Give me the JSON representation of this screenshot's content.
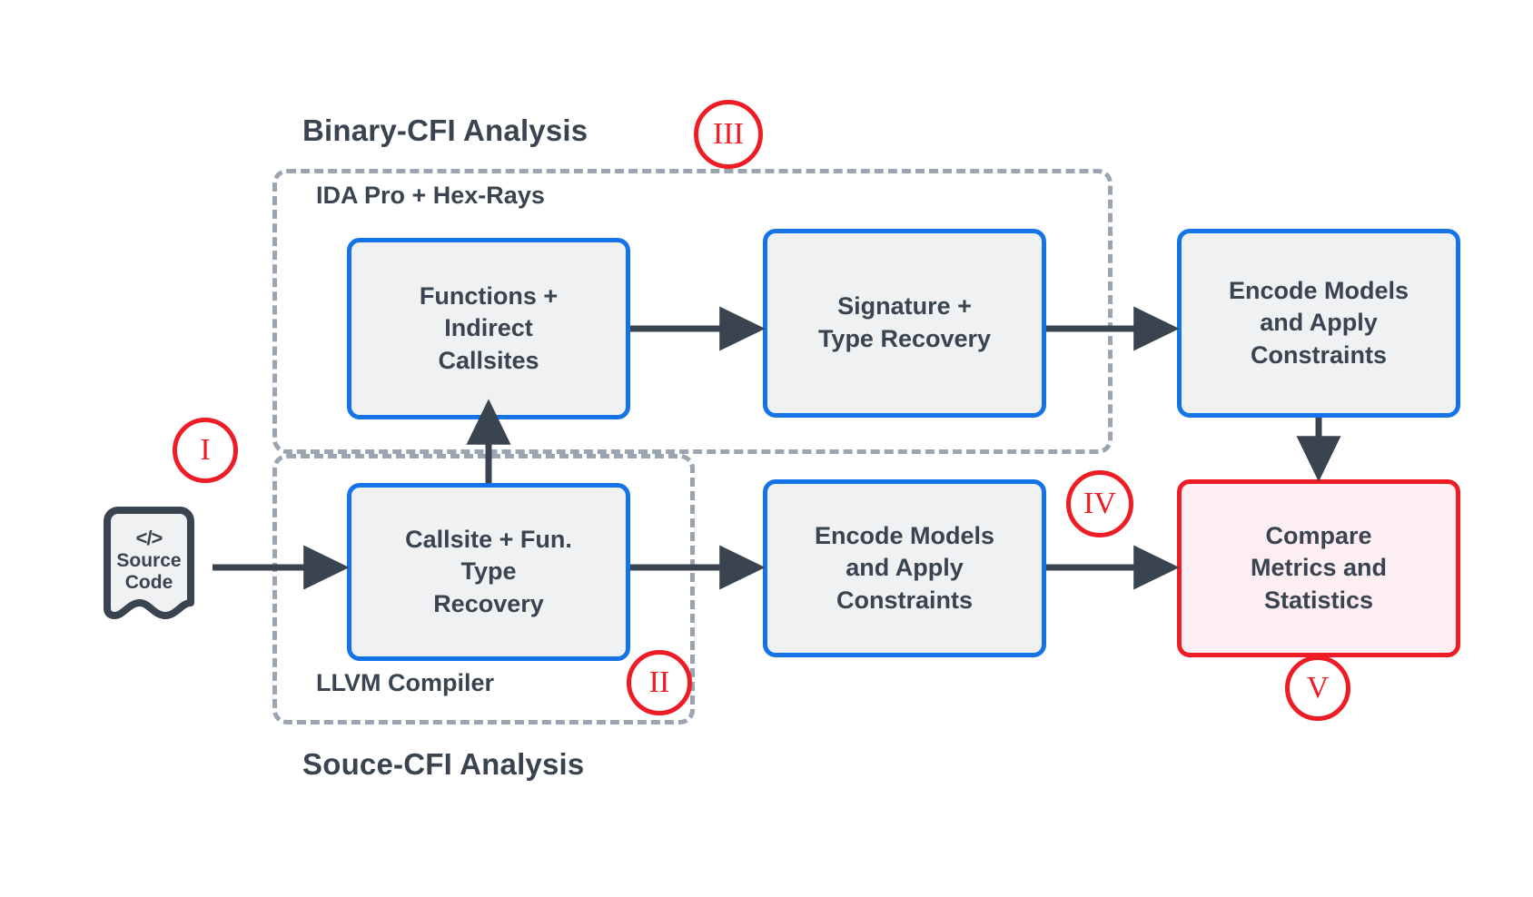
{
  "diagram": {
    "title_binary": "Binary-CFI Analysis",
    "title_source": "Souce-CFI Analysis",
    "caption_ida": "IDA Pro + Hex-Rays",
    "caption_llvm": "LLVM Compiler",
    "colors": {
      "box_border_blue": "#1473e6",
      "box_fill_gray": "#eff1f3",
      "box_border_red": "#ee1c25",
      "box_fill_pink": "#fdeef4",
      "text_dark": "#3a4450",
      "dashed_gray": "#9aa5b1",
      "arrow_dark": "#3a4450",
      "badge_red": "#ee1c25"
    }
  },
  "source_node": {
    "glyph": "</>",
    "line1": "Source",
    "line2": "Code",
    "icon": "code-note-icon"
  },
  "boxes": {
    "functions": {
      "line1": "Functions +",
      "line2": "Indirect",
      "line3": "Callsites"
    },
    "signature": {
      "line1": "Signature +",
      "line2": "Type Recovery"
    },
    "encode_top": {
      "line1": "Encode Models",
      "line2": "and Apply",
      "line3": "Constraints"
    },
    "callsite": {
      "line1": "Callsite + Fun.",
      "line2": "Type",
      "line3": "Recovery"
    },
    "encode_bottom": {
      "line1": "Encode Models",
      "line2": "and Apply",
      "line3": "Constraints"
    },
    "compare": {
      "line1": "Compare",
      "line2": "Metrics and",
      "line3": "Statistics"
    }
  },
  "badges": {
    "i": "I",
    "ii": "II",
    "iii": "III",
    "iv": "IV",
    "v": "V"
  }
}
